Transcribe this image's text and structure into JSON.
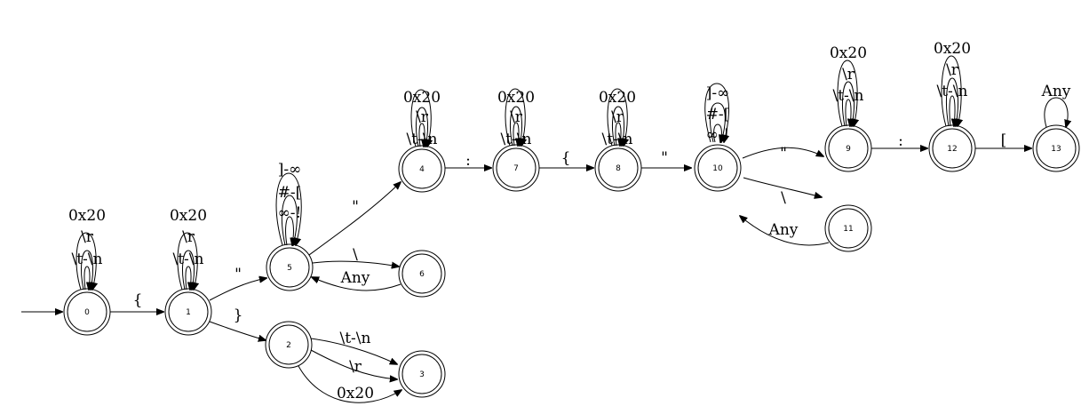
{
  "nodes": [
    {
      "id": "0",
      "label": "0"
    },
    {
      "id": "1",
      "label": "1"
    },
    {
      "id": "2",
      "label": "2"
    },
    {
      "id": "3",
      "label": "3"
    },
    {
      "id": "4",
      "label": "4"
    },
    {
      "id": "5",
      "label": "5"
    },
    {
      "id": "6",
      "label": "6"
    },
    {
      "id": "7",
      "label": "7"
    },
    {
      "id": "8",
      "label": "8"
    },
    {
      "id": "9",
      "label": "9"
    },
    {
      "id": "10",
      "label": "10"
    },
    {
      "id": "11",
      "label": "11"
    },
    {
      "id": "12",
      "label": "12"
    },
    {
      "id": "13",
      "label": "13"
    }
  ],
  "edges": [
    {
      "from": "0",
      "to": "0",
      "label": "0x20"
    },
    {
      "from": "0",
      "to": "0",
      "label": "\\r"
    },
    {
      "from": "0",
      "to": "0",
      "label": "\\t-\\n"
    },
    {
      "from": "0",
      "to": "1",
      "label": "{"
    },
    {
      "from": "1",
      "to": "1",
      "label": "0x20"
    },
    {
      "from": "1",
      "to": "1",
      "label": "\\r"
    },
    {
      "from": "1",
      "to": "1",
      "label": "\\t-\\n"
    },
    {
      "from": "1",
      "to": "5",
      "label": "\""
    },
    {
      "from": "1",
      "to": "2",
      "label": "}"
    },
    {
      "from": "2",
      "to": "3",
      "label": "\\t-\\n"
    },
    {
      "from": "2",
      "to": "3",
      "label": "\\r"
    },
    {
      "from": "2",
      "to": "3",
      "label": "0x20"
    },
    {
      "from": "5",
      "to": "5",
      "label": "]-∞"
    },
    {
      "from": "5",
      "to": "5",
      "label": "#-["
    },
    {
      "from": "5",
      "to": "5",
      "label": "∞-!"
    },
    {
      "from": "5",
      "to": "4",
      "label": "\""
    },
    {
      "from": "5",
      "to": "6",
      "label": "\\"
    },
    {
      "from": "6",
      "to": "5",
      "label": "Any"
    },
    {
      "from": "4",
      "to": "4",
      "label": "0x20"
    },
    {
      "from": "4",
      "to": "4",
      "label": "\\r"
    },
    {
      "from": "4",
      "to": "4",
      "label": "\\t-\\n"
    },
    {
      "from": "4",
      "to": "7",
      "label": ":"
    },
    {
      "from": "7",
      "to": "7",
      "label": "0x20"
    },
    {
      "from": "7",
      "to": "7",
      "label": "\\r"
    },
    {
      "from": "7",
      "to": "7",
      "label": "\\t-\\n"
    },
    {
      "from": "7",
      "to": "8",
      "label": "{"
    },
    {
      "from": "8",
      "to": "8",
      "label": "0x20"
    },
    {
      "from": "8",
      "to": "8",
      "label": "\\r"
    },
    {
      "from": "8",
      "to": "8",
      "label": "\\t-\\n"
    },
    {
      "from": "8",
      "to": "10",
      "label": "\""
    },
    {
      "from": "10",
      "to": "10",
      "label": "]-∞"
    },
    {
      "from": "10",
      "to": "10",
      "label": "#-["
    },
    {
      "from": "10",
      "to": "10",
      "label": "∞-!"
    },
    {
      "from": "10",
      "to": "9",
      "label": "\""
    },
    {
      "from": "10",
      "to": "11",
      "label": "\\"
    },
    {
      "from": "11",
      "to": "10",
      "label": "Any"
    },
    {
      "from": "9",
      "to": "9",
      "label": "0x20"
    },
    {
      "from": "9",
      "to": "9",
      "label": "\\r"
    },
    {
      "from": "9",
      "to": "9",
      "label": "\\t-\\n"
    },
    {
      "from": "9",
      "to": "12",
      "label": ":"
    },
    {
      "from": "12",
      "to": "12",
      "label": "0x20"
    },
    {
      "from": "12",
      "to": "12",
      "label": "\\r"
    },
    {
      "from": "12",
      "to": "12",
      "label": "\\t-\\n"
    },
    {
      "from": "12",
      "to": "13",
      "label": "["
    },
    {
      "from": "13",
      "to": "13",
      "label": "Any"
    }
  ]
}
